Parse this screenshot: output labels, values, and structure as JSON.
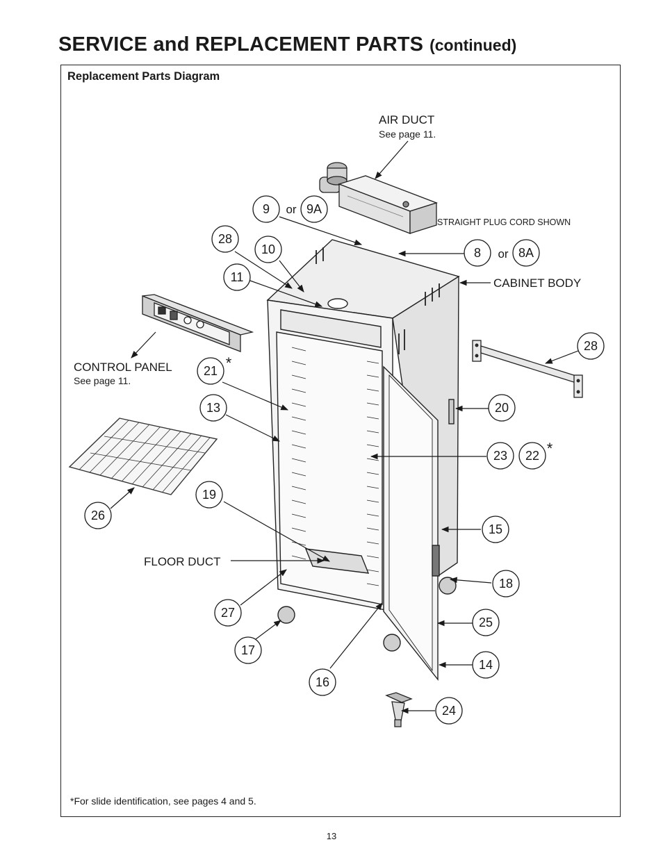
{
  "page": {
    "title_main": "SERVICE and REPLACEMENT PARTS",
    "title_cont": "(continued)",
    "frame_label": "Replacement Parts Diagram",
    "footnote": "*For slide identification, see pages 4 and 5.",
    "page_number": "13"
  },
  "labels": {
    "air_duct": "AIR DUCT",
    "air_duct_ref": "See page 11.",
    "cord_note": "STRAIGHT PLUG CORD SHOWN",
    "cabinet_body": "CABINET BODY",
    "control_panel": "CONTROL PANEL",
    "control_panel_ref": "See page 11.",
    "floor_duct": "FLOOR DUCT",
    "or_9": "or",
    "or_8": "or",
    "star_21": "*",
    "star_22": "*"
  },
  "callouts": {
    "c9": "9",
    "c9a": "9A",
    "c8": "8",
    "c8a": "8A",
    "c28a": "28",
    "c10": "10",
    "c11": "11",
    "c28b": "28",
    "c21": "21",
    "c13": "13",
    "c20": "20",
    "c23": "23",
    "c22": "22",
    "c19": "19",
    "c26": "26",
    "c15": "15",
    "c18": "18",
    "c27": "27",
    "c25": "25",
    "c17": "17",
    "c14": "14",
    "c16": "16",
    "c24": "24"
  }
}
